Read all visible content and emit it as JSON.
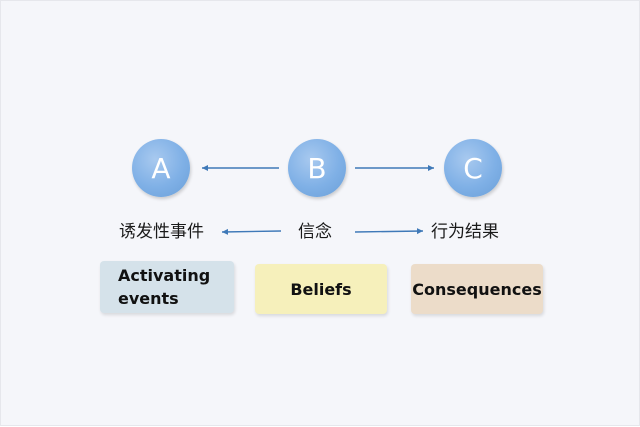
{
  "nodes": [
    {
      "letter": "A",
      "chinese": "诱发性事件",
      "english": "Activating\nevents",
      "color": "#d5e2ea"
    },
    {
      "letter": "B",
      "chinese": "信念",
      "english": "Beliefs",
      "color": "#f6f0bb"
    },
    {
      "letter": "C",
      "chinese": "行为结果",
      "english": "Consequences",
      "color": "#ecdcc9"
    }
  ],
  "colors": {
    "circle": "#7fb0e6",
    "arrow": "#3f79b8"
  },
  "arrows": [
    {
      "from": "B",
      "to": "A"
    },
    {
      "from": "B",
      "to": "C"
    }
  ]
}
